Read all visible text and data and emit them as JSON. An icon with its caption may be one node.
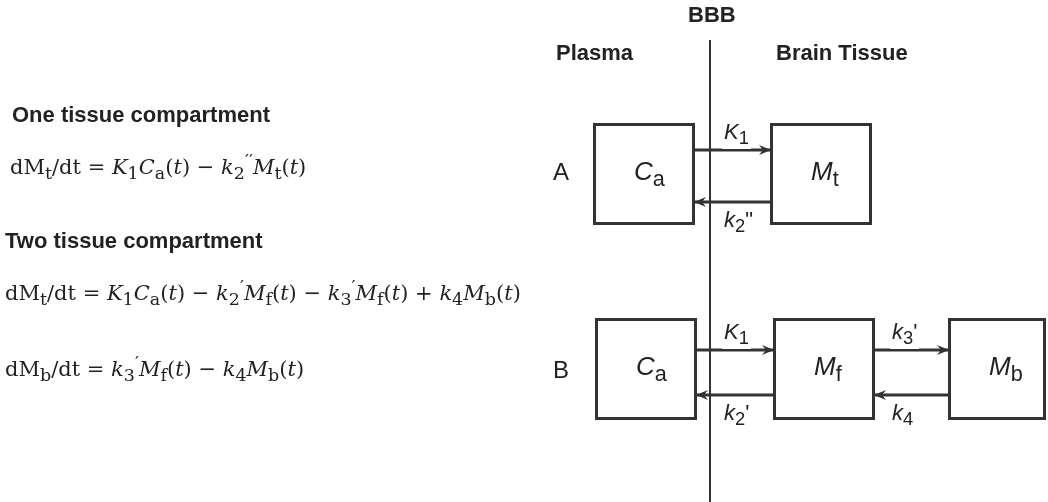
{
  "diagram": {
    "nodes": [
      {
        "text": [
          "*C*$_{a}$"
        ]
      },
      {
        "text": [
          "*M*$_{t}$"
        ]
      },
      {
        "text": [
          "*C*$_{a}$"
        ]
      },
      {
        "text": [
          "*M*$_{f}$"
        ]
      },
      {
        "text": [
          "*M*$_{b}$"
        ]
      }
    ],
    "edges": [
      {
        "from": 0,
        "to": 1,
        "arrow": "to",
        "label": "*K*$_{1}$"
      },
      {
        "from": 1,
        "to": 0,
        "arrow": "to",
        "label": "*k*$_{2}$\""
      },
      {
        "from": 2,
        "to": 3,
        "arrow": "to",
        "label": "*K*$_{1}$"
      },
      {
        "from": 3,
        "to": 2,
        "arrow": "to",
        "label": "*k*$_{2}$'"
      },
      {
        "from": 3,
        "to": 4,
        "arrow": "to",
        "label": "*k*$_{3}$'"
      },
      {
        "from": 4,
        "to": 3,
        "arrow": "to",
        "label": "*k*$_{4}$"
      }
    ],
    "labels": [
      "BBB",
      "Plasma",
      "Brain Tissue",
      "One tissue compartment",
      "dM$_{t}$/dt = *K*$_{1}$*C*$_{a}$(*t*) − *k*$_{2}$$^{′′}$*M*$_{t}$(*t*)",
      "A",
      "Two tissue compartment",
      "dM$_{t}$/dt = *K*$_{1}$*C*$_{a}$(*t*) − *k*$_{2}$$^{′}$*M*$_{f}$(*t*) − *k*$_{3}$$^{′}$*M*$_{f}$(*t*) + *k*$_{4}$*M*$_{b}$(*t*)",
      "B",
      "dM$_{b}$/dt = *k*$_{3}$$^{′}$*M*$_{f}$(*t*) − *k*$_{4}$*M*$_{b}$(*t*)"
    ]
  }
}
